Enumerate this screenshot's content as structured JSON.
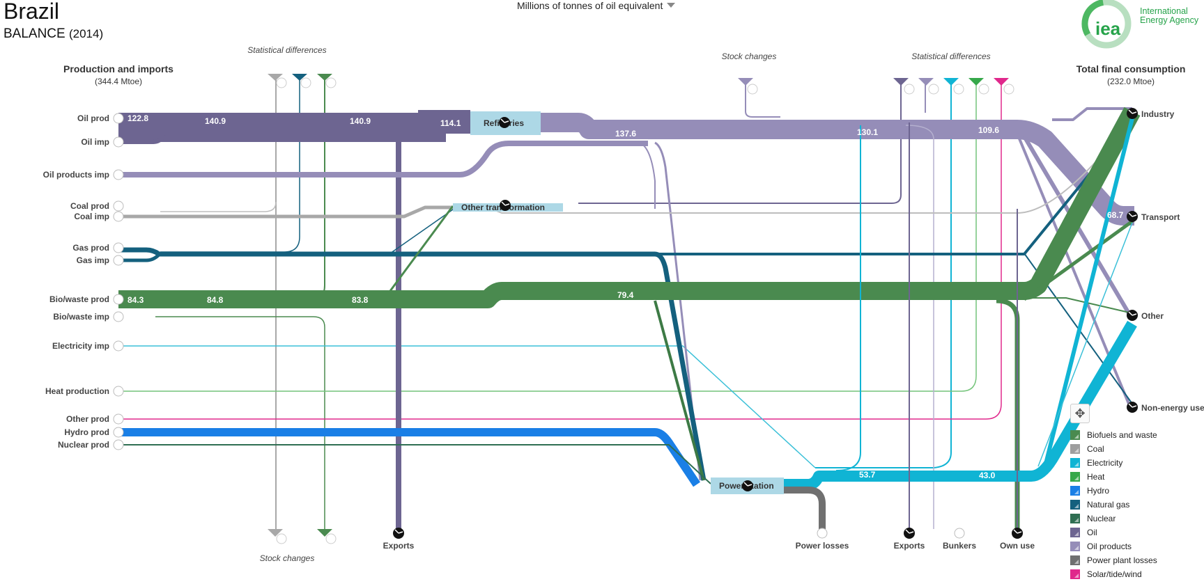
{
  "header": {
    "country": "Brazil",
    "subtitle": "BALANCE",
    "year": "(2014)",
    "unit_selector": "Millions of tonnes of oil equivalent"
  },
  "logo": {
    "text": "iea",
    "org_line1": "International",
    "org_line2": "Energy Agency"
  },
  "left_panel": {
    "title": "Production and imports",
    "total": "(344.4 Mtoe)"
  },
  "right_panel": {
    "title": "Total final consumption",
    "total": "(232.0 Mtoe)"
  },
  "top_labels": {
    "stat_diff_left": "Statistical differences",
    "stock_changes_top": "Stock  changes",
    "stat_diff_right": "Statistical differences",
    "stock_changes_bottom": "Stock changes"
  },
  "sources": [
    "Oil prod",
    "Oil imp",
    "Oil products imp",
    "Coal prod",
    "Coal imp",
    "Gas prod",
    "Gas imp",
    "Bio/waste prod",
    "Bio/waste imp",
    "Electricity imp",
    "Heat production",
    "Other prod",
    "Hydro prod",
    "Nuclear prod"
  ],
  "sinks_right": [
    "Industry",
    "Transport",
    "Other",
    "Non-energy use"
  ],
  "sinks_bottom": {
    "exports_left": "Exports",
    "power_losses": "Power losses",
    "exports_right": "Exports",
    "bunkers": "Bunkers",
    "own_use": "Own use"
  },
  "nodes": {
    "refineries": "Refineries",
    "other_transformation": "Other transformation",
    "power_station": "Power station"
  },
  "flow_values": {
    "oil_prod": "122.8",
    "oil_1": "140.9",
    "oil_2": "140.9",
    "refinery_in": "114.1",
    "oil_products_out": "137.6",
    "oil_products_2": "130.1",
    "oil_products_3": "109.6",
    "transport": "68.7",
    "bio_prod": "84.3",
    "bio_1": "84.8",
    "bio_2": "83.8",
    "bio_3": "79.4",
    "elec_1": "53.7",
    "elec_2": "43.0"
  },
  "legend": [
    {
      "label": "Biofuels and waste",
      "color": "#4a8a4f"
    },
    {
      "label": "Coal",
      "color": "#9e9e9e"
    },
    {
      "label": "Electricity",
      "color": "#10b4d4"
    },
    {
      "label": "Heat",
      "color": "#36a84a"
    },
    {
      "label": "Hydro",
      "color": "#1a7fe6"
    },
    {
      "label": "Natural gas",
      "color": "#14607e"
    },
    {
      "label": "Nuclear",
      "color": "#2f6e52"
    },
    {
      "label": "Oil",
      "color": "#6d6591"
    },
    {
      "label": "Oil products",
      "color": "#958db8"
    },
    {
      "label": "Power plant losses",
      "color": "#707070"
    },
    {
      "label": "Solar/tide/wind",
      "color": "#e0288c"
    }
  ]
}
